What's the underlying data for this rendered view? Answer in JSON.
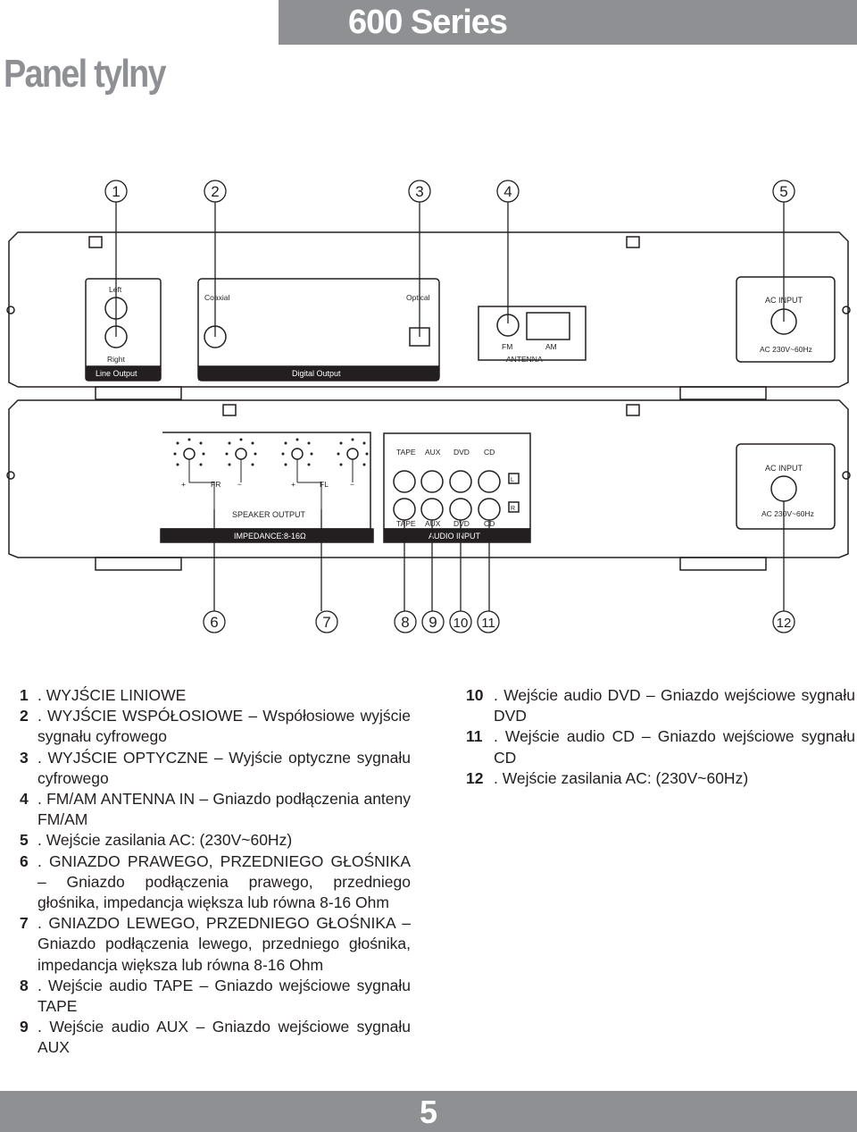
{
  "header": {
    "series": "600 Series",
    "title": "Panel tylny"
  },
  "diagram": {
    "callouts_top": [
      "1",
      "2",
      "3",
      "4",
      "5"
    ],
    "callouts_bottom": [
      "6",
      "7",
      "8",
      "9",
      "10",
      "11",
      "12"
    ],
    "top_panel": {
      "line_output": {
        "left": "Left",
        "right": "Right",
        "title": "Line Output"
      },
      "digital_output": {
        "coaxial": "Coaxial",
        "optical": "Optical",
        "title": "Digital Output"
      },
      "antenna": {
        "fm": "FM",
        "am": "AM",
        "title": "ANTENNA"
      },
      "ac_input": {
        "title": "AC INPUT",
        "rating": "AC 230V~60Hz"
      }
    },
    "bottom_panel": {
      "speaker": {
        "fr": "FR",
        "fl": "FL",
        "title": "SPEAKER OUTPUT",
        "impedance": "IMPEDANCE:8-16Ω",
        "plus": "+",
        "minus": "−"
      },
      "audio_input": {
        "labels": [
          "TAPE",
          "AUX",
          "DVD",
          "CD"
        ],
        "title": "AUDIO INPUT",
        "l": "L",
        "r": "R"
      },
      "ac_input": {
        "title": "AC INPUT",
        "rating": "AC 230V~60Hz"
      }
    }
  },
  "legend_left": [
    {
      "num": "1",
      "text": ". WYJŚCIE LINIOWE"
    },
    {
      "num": "2",
      "text": ". WYJŚCIE WSPÓŁOSIOWE – Współosiowe wyjście sygnału cyfrowego"
    },
    {
      "num": "3",
      "text": ". WYJŚCIE OPTYCZNE – Wyjście optyczne sygnału cyfrowego"
    },
    {
      "num": "4",
      "text": ". FM/AM ANTENNA IN – Gniazdo podłączenia anteny FM/AM"
    },
    {
      "num": "5",
      "text": ". Wejście zasilania AC: (230V~60Hz)"
    },
    {
      "num": "6",
      "text": ". GNIAZDO PRAWEGO, PRZEDNIEGO GŁOŚNIKA – Gniazdo podłączenia prawego, przedniego głośnika, impedancja większa lub równa 8-16 Ohm"
    },
    {
      "num": "7",
      "text": ". GNIAZDO LEWEGO, PRZEDNIEGO GŁOŚNIKA – Gniazdo podłączenia lewego, przedniego głośnika, impedancja większa lub równa 8-16 Ohm"
    },
    {
      "num": "8",
      "text": ". Wejście audio TAPE – Gniazdo wejściowe sygnału TAPE"
    },
    {
      "num": "9",
      "text": ". Wejście audio AUX – Gniazdo wejściowe sygnału AUX"
    }
  ],
  "legend_right": [
    {
      "num": "10",
      "text": ". Wejście audio DVD – Gniazdo wejściowe sygnału DVD"
    },
    {
      "num": "11",
      "text": ". Wejście audio CD – Gniazdo wejściowe sygnału CD"
    },
    {
      "num": "12",
      "text": ". Wejście zasilania AC: (230V~60Hz)"
    }
  ],
  "footer": {
    "page_number": "5"
  }
}
